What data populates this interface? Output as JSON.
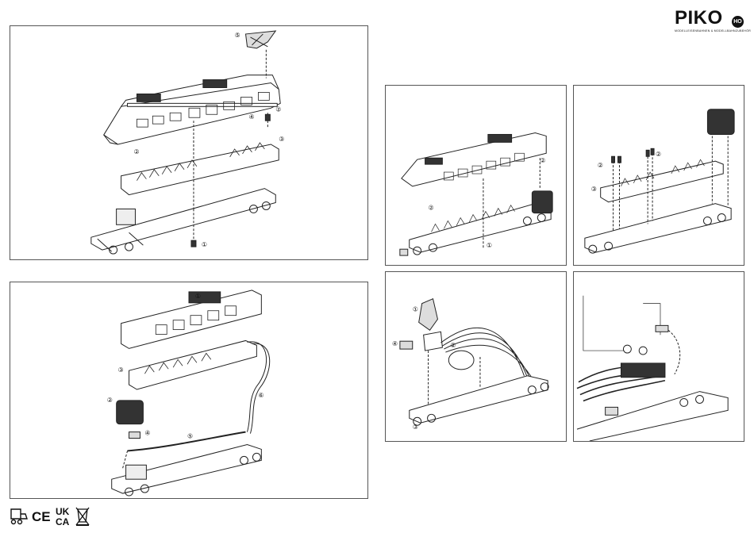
{
  "brand": {
    "name": "PIKO",
    "badge": "HO",
    "tagline": "MODELLEISENBAHNEN & MODELLBAHNZUBEHÖR"
  },
  "panels": {
    "p1": {
      "steps": [
        "①",
        "②",
        "③",
        "④",
        "⑤"
      ]
    },
    "p2": {
      "steps": [
        "①",
        "②",
        "③",
        "④",
        "⑤",
        "⑥"
      ]
    },
    "p3": {
      "steps": [
        "①",
        "②"
      ]
    },
    "p4": {
      "steps": [
        "①",
        "②",
        "③"
      ]
    },
    "p5": {
      "steps": [
        "①",
        "②",
        "③",
        "④"
      ]
    },
    "p6": {
      "steps": []
    }
  },
  "marks": {
    "ce": "CE",
    "ukca_top": "UK",
    "ukca_bottom": "CA"
  }
}
